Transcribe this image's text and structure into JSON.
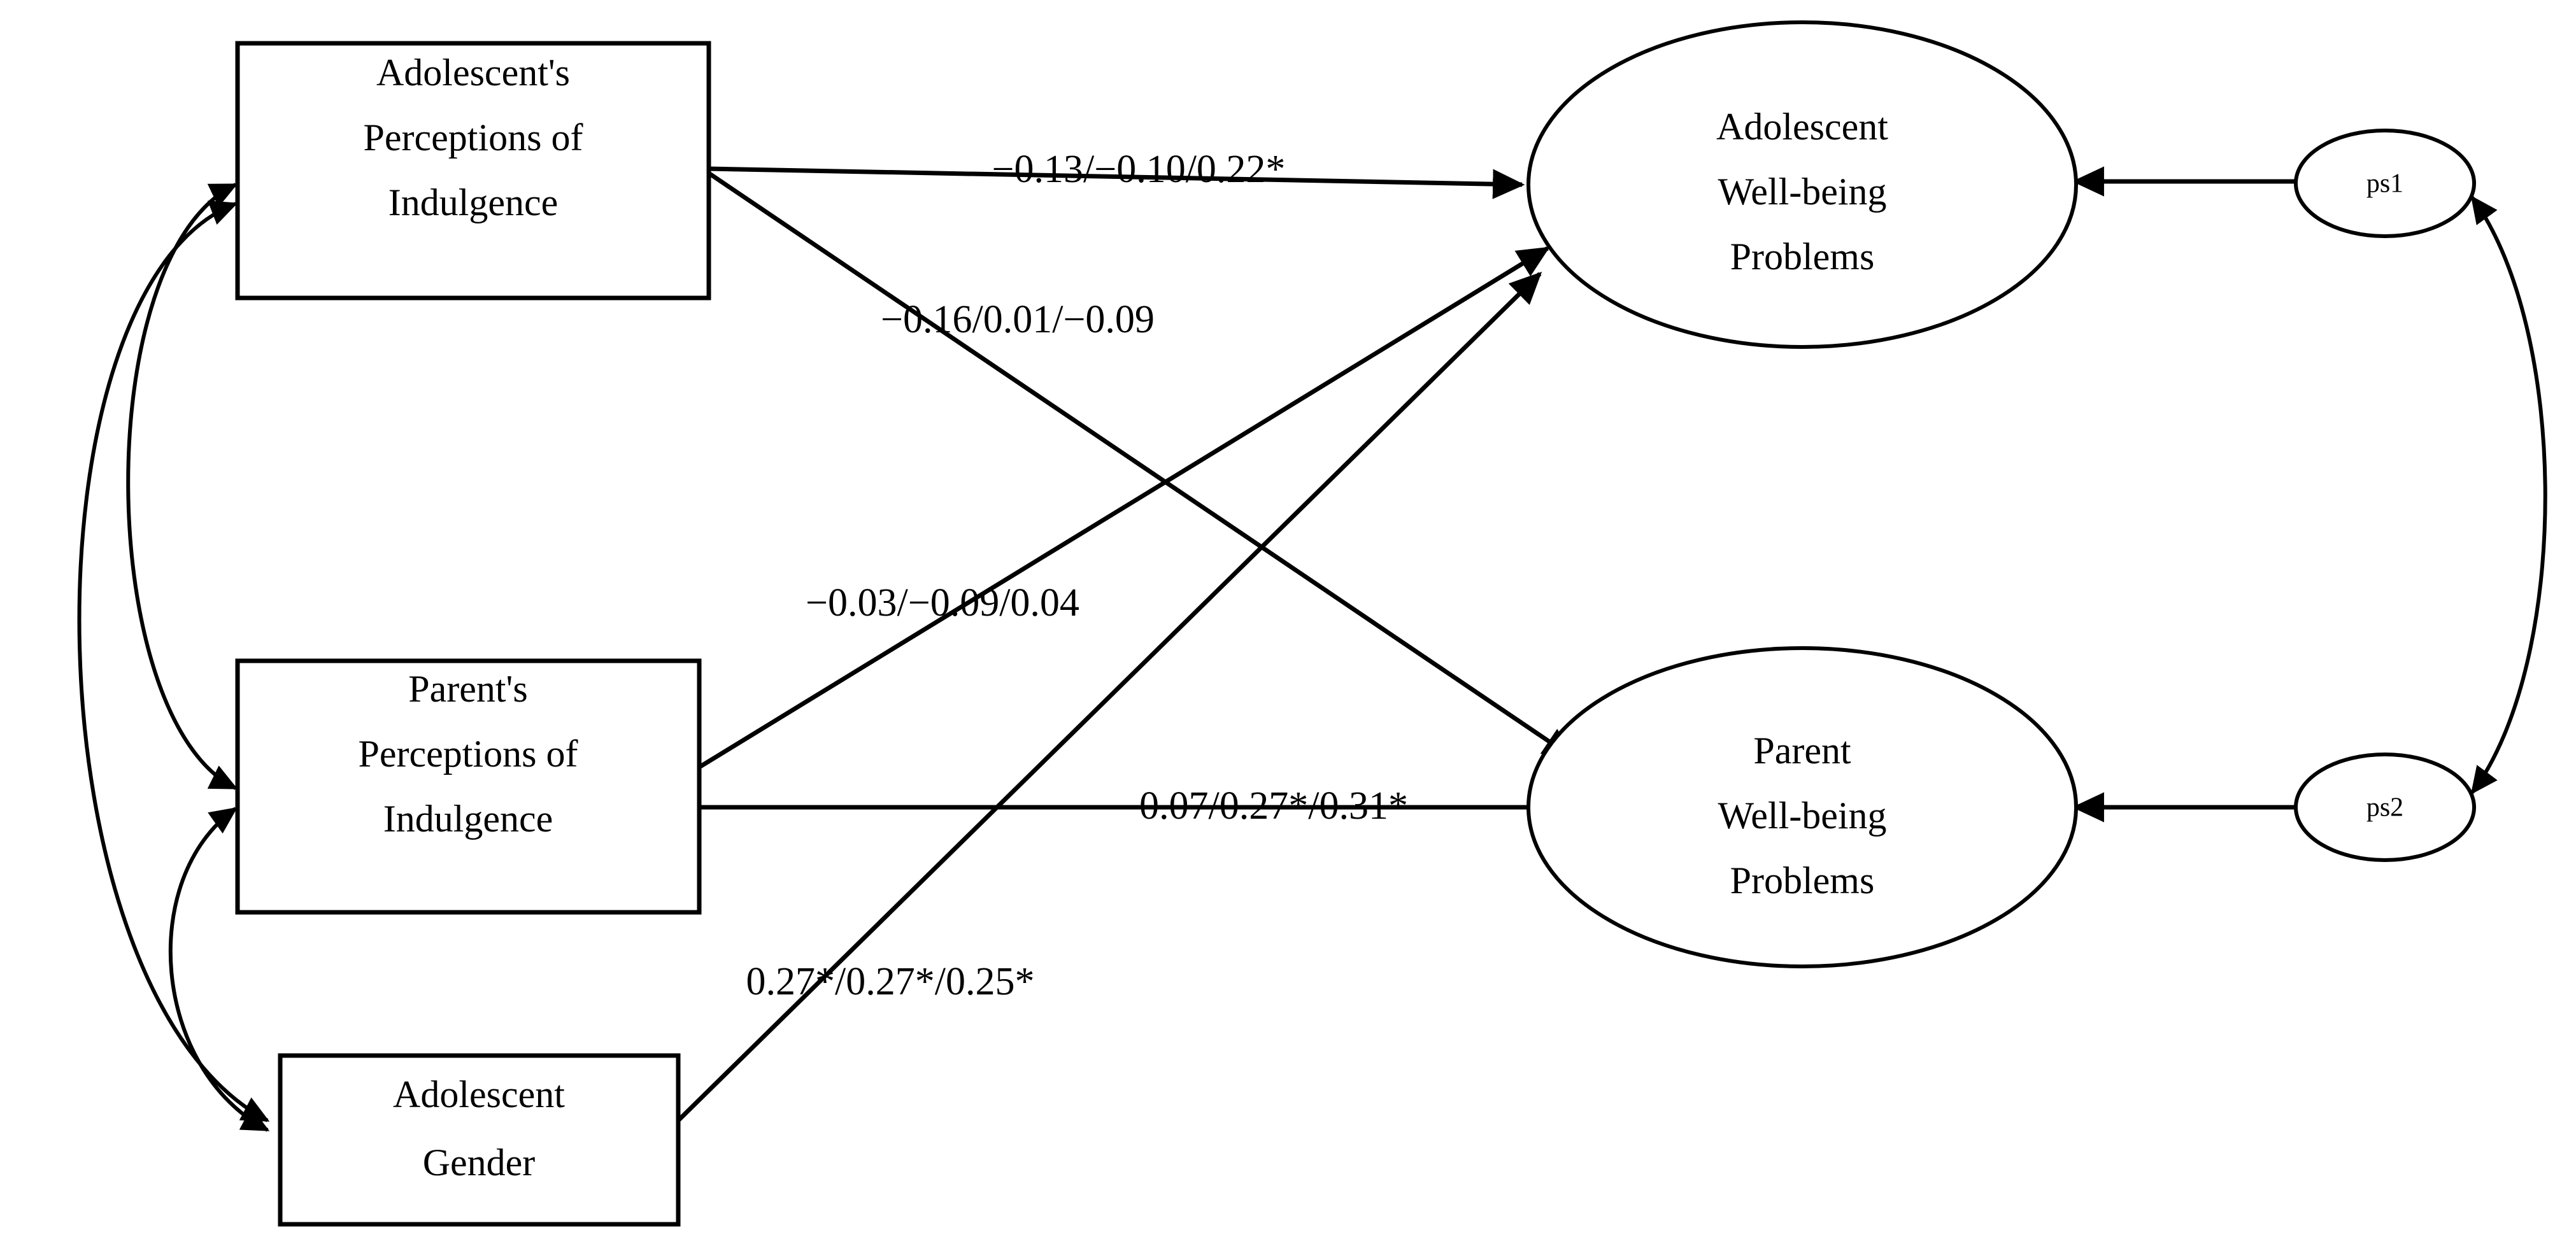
{
  "diagram": {
    "type": "structural-equation-model-path-diagram",
    "nodes": {
      "observed": [
        {
          "id": "adolescent_perceptions",
          "label_lines": [
            "Adolescent's",
            "Perceptions of",
            "Indulgence"
          ],
          "shape": "rectangle"
        },
        {
          "id": "parent_perceptions",
          "label_lines": [
            "Parent's",
            "Perceptions of",
            "Indulgence"
          ],
          "shape": "rectangle"
        },
        {
          "id": "adolescent_gender",
          "label_lines": [
            "Adolescent",
            "Gender"
          ],
          "shape": "rectangle"
        }
      ],
      "latent": [
        {
          "id": "adolescent_wellbeing",
          "label_lines": [
            "Adolescent",
            "Well-being",
            "Problems"
          ],
          "shape": "ellipse"
        },
        {
          "id": "parent_wellbeing",
          "label_lines": [
            "Parent",
            "Well-being",
            "Problems"
          ],
          "shape": "ellipse"
        }
      ],
      "disturbances": [
        {
          "id": "ps1",
          "label": "ps1",
          "shape": "ellipse"
        },
        {
          "id": "ps2",
          "label": "ps2",
          "shape": "ellipse"
        }
      ]
    },
    "paths": [
      {
        "id": "ap_to_aw",
        "from": "adolescent_perceptions",
        "to": "adolescent_wellbeing",
        "coefficients": "−0.13/−0.10/0.22*"
      },
      {
        "id": "ap_to_pw",
        "from": "adolescent_perceptions",
        "to": "parent_wellbeing",
        "coefficients": "−0.16/0.01/−0.09"
      },
      {
        "id": "pp_to_aw",
        "from": "parent_perceptions",
        "to": "adolescent_wellbeing",
        "coefficients": "−0.03/−0.09/0.04"
      },
      {
        "id": "pp_to_pw",
        "from": "parent_perceptions",
        "to": "parent_wellbeing",
        "coefficients": "0.07/0.27*/0.31*"
      },
      {
        "id": "ag_to_aw",
        "from": "adolescent_gender",
        "to": "adolescent_wellbeing",
        "coefficients": "0.27*/0.27*/0.25*"
      }
    ],
    "correlations": [
      {
        "id": "corr_ap_pp",
        "between": [
          "adolescent_perceptions",
          "parent_perceptions"
        ]
      },
      {
        "id": "corr_ap_ag",
        "between": [
          "adolescent_perceptions",
          "adolescent_gender"
        ]
      },
      {
        "id": "corr_pp_ag",
        "between": [
          "parent_perceptions",
          "adolescent_gender"
        ]
      },
      {
        "id": "corr_ps1_ps2",
        "between": [
          "ps1",
          "ps2"
        ]
      }
    ],
    "disturbance_links": [
      {
        "id": "ps1_to_aw",
        "from": "ps1",
        "to": "adolescent_wellbeing"
      },
      {
        "id": "ps2_to_pw",
        "from": "ps2",
        "to": "parent_wellbeing"
      }
    ],
    "colors": {
      "stroke": "#000000",
      "fill": "#ffffff",
      "background": "#ffffff"
    }
  }
}
